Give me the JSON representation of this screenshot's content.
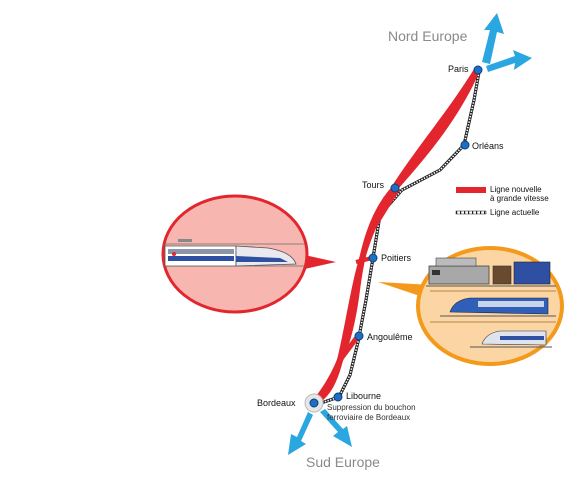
{
  "regions": {
    "north": "Nord Europe",
    "south": "Sud Europe"
  },
  "stations": [
    {
      "id": "paris",
      "name": "Paris"
    },
    {
      "id": "orleans",
      "name": "Orléans"
    },
    {
      "id": "tours",
      "name": "Tours"
    },
    {
      "id": "poitiers",
      "name": "Poitiers"
    },
    {
      "id": "angouleme",
      "name": "Angoulême"
    },
    {
      "id": "libourne",
      "name": "Libourne"
    },
    {
      "id": "bordeaux",
      "name": "Bordeaux"
    }
  ],
  "note": {
    "line1": "Suppression du bouchon",
    "line2": "ferroviaire de Bordeaux"
  },
  "legend": {
    "new_line_1": "Ligne nouvelle",
    "new_line_2": "à grande vitesse",
    "current_line": "Ligne actuelle"
  },
  "colors": {
    "new_line": "#e3262d",
    "current_line": "#222222",
    "arrow": "#2aa6e0",
    "station": "#1e6fc4",
    "left_bubble": "#f7b7b0",
    "right_bubble": "#f39a1c",
    "right_bubble_fill": "#fbd6a4",
    "grey_text": "#8a8a8a"
  }
}
